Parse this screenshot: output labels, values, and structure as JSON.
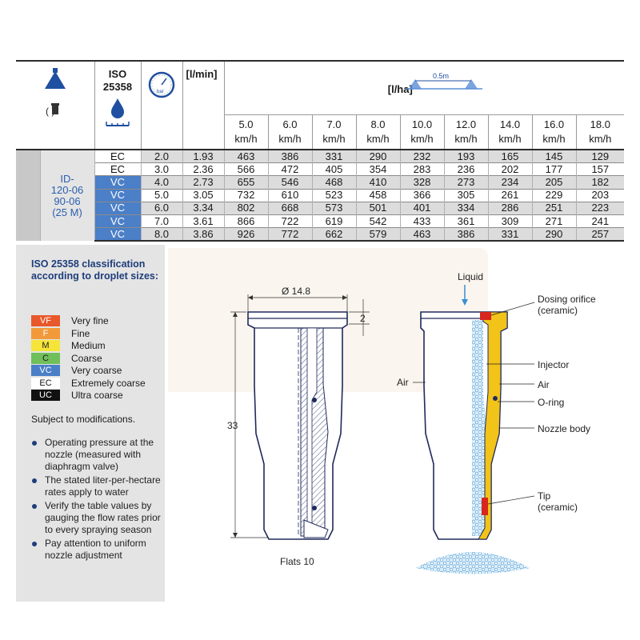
{
  "colors": {
    "vc_blue": "#4b7fc8",
    "nozzle_yellow": "#f2c318",
    "ceramic_red": "#d7261e",
    "outline_navy": "#1f2a5c",
    "panel_grey": "#e4e4e4"
  },
  "header": {
    "nozzle_icon": "spray-nozzle-icon",
    "nozzle_icon_caption": "( )",
    "iso": "ISO\n25358",
    "iso_icon": "droplet-scale-icon",
    "pressure_icon": "pressure-gauge-icon",
    "pressure_unit": "bar",
    "flow_unit": "[l/min]",
    "rate_unit": "[l/ha]",
    "spacing": "0.5m",
    "speed_unit": "km/h",
    "speeds": [
      "5.0",
      "6.0",
      "7.0",
      "8.0",
      "10.0",
      "12.0",
      "14.0",
      "16.0",
      "18.0"
    ]
  },
  "model": {
    "line1": "ID-",
    "line2": "120-06",
    "line3": "90-06",
    "line4": "(25 M)"
  },
  "rows": [
    {
      "cls": "EC",
      "bar": "2.0",
      "lmin": "1.93",
      "rates": [
        "463",
        "386",
        "331",
        "290",
        "232",
        "193",
        "165",
        "145",
        "129"
      ]
    },
    {
      "cls": "EC",
      "bar": "3.0",
      "lmin": "2.36",
      "rates": [
        "566",
        "472",
        "405",
        "354",
        "283",
        "236",
        "202",
        "177",
        "157"
      ]
    },
    {
      "cls": "VC",
      "bar": "4.0",
      "lmin": "2.73",
      "rates": [
        "655",
        "546",
        "468",
        "410",
        "328",
        "273",
        "234",
        "205",
        "182"
      ]
    },
    {
      "cls": "VC",
      "bar": "5.0",
      "lmin": "3.05",
      "rates": [
        "732",
        "610",
        "523",
        "458",
        "366",
        "305",
        "261",
        "229",
        "203"
      ]
    },
    {
      "cls": "VC",
      "bar": "6.0",
      "lmin": "3.34",
      "rates": [
        "802",
        "668",
        "573",
        "501",
        "401",
        "334",
        "286",
        "251",
        "223"
      ]
    },
    {
      "cls": "VC",
      "bar": "7.0",
      "lmin": "3.61",
      "rates": [
        "866",
        "722",
        "619",
        "542",
        "433",
        "361",
        "309",
        "271",
        "241"
      ]
    },
    {
      "cls": "VC",
      "bar": "8.0",
      "lmin": "3.86",
      "rates": [
        "926",
        "772",
        "662",
        "579",
        "463",
        "386",
        "331",
        "290",
        "257"
      ]
    }
  ],
  "panel": {
    "title": "ISO 25358 classification according to droplet sizes:",
    "legend": [
      {
        "code": "VF",
        "label": "Very fine",
        "bg": "#e8582a",
        "fg": "#ffffff"
      },
      {
        "code": "F",
        "label": "Fine",
        "bg": "#f29a3a",
        "fg": "#ffffff"
      },
      {
        "code": "M",
        "label": "Medium",
        "bg": "#f5e43a",
        "fg": "#222222"
      },
      {
        "code": "C",
        "label": "Coarse",
        "bg": "#6fbf5a",
        "fg": "#222222"
      },
      {
        "code": "VC",
        "label": "Very coarse",
        "bg": "#4b7fc8",
        "fg": "#ffffff"
      },
      {
        "code": "EC",
        "label": "Extremely coarse",
        "bg": "#ffffff",
        "fg": "#111111"
      },
      {
        "code": "UC",
        "label": "Ultra coarse",
        "bg": "#111111",
        "fg": "#ffffff"
      }
    ],
    "subject": "Subject to modifications.",
    "notes": [
      "Operating pressure at the nozzle (measured with diaphragm valve)",
      "The stated liter-per-hectare rates apply to water",
      "Verify the table values by gauging the flow rates prior to every spraying season",
      "Pay attention to uniform nozzle adjustment"
    ]
  },
  "drawing": {
    "diameter": "Ø 14.8",
    "dim_2": "2",
    "dim_33": "33",
    "flats": "Flats 10",
    "labels": {
      "liquid": "Liquid",
      "dosing": "Dosing orifice",
      "dosing_sub": "(ceramic)",
      "injector": "Injector",
      "air_right": "Air",
      "air_left": "Air",
      "oring": "O-ring",
      "body": "Nozzle body",
      "tip": "Tip",
      "tip_sub": "(ceramic)"
    }
  }
}
